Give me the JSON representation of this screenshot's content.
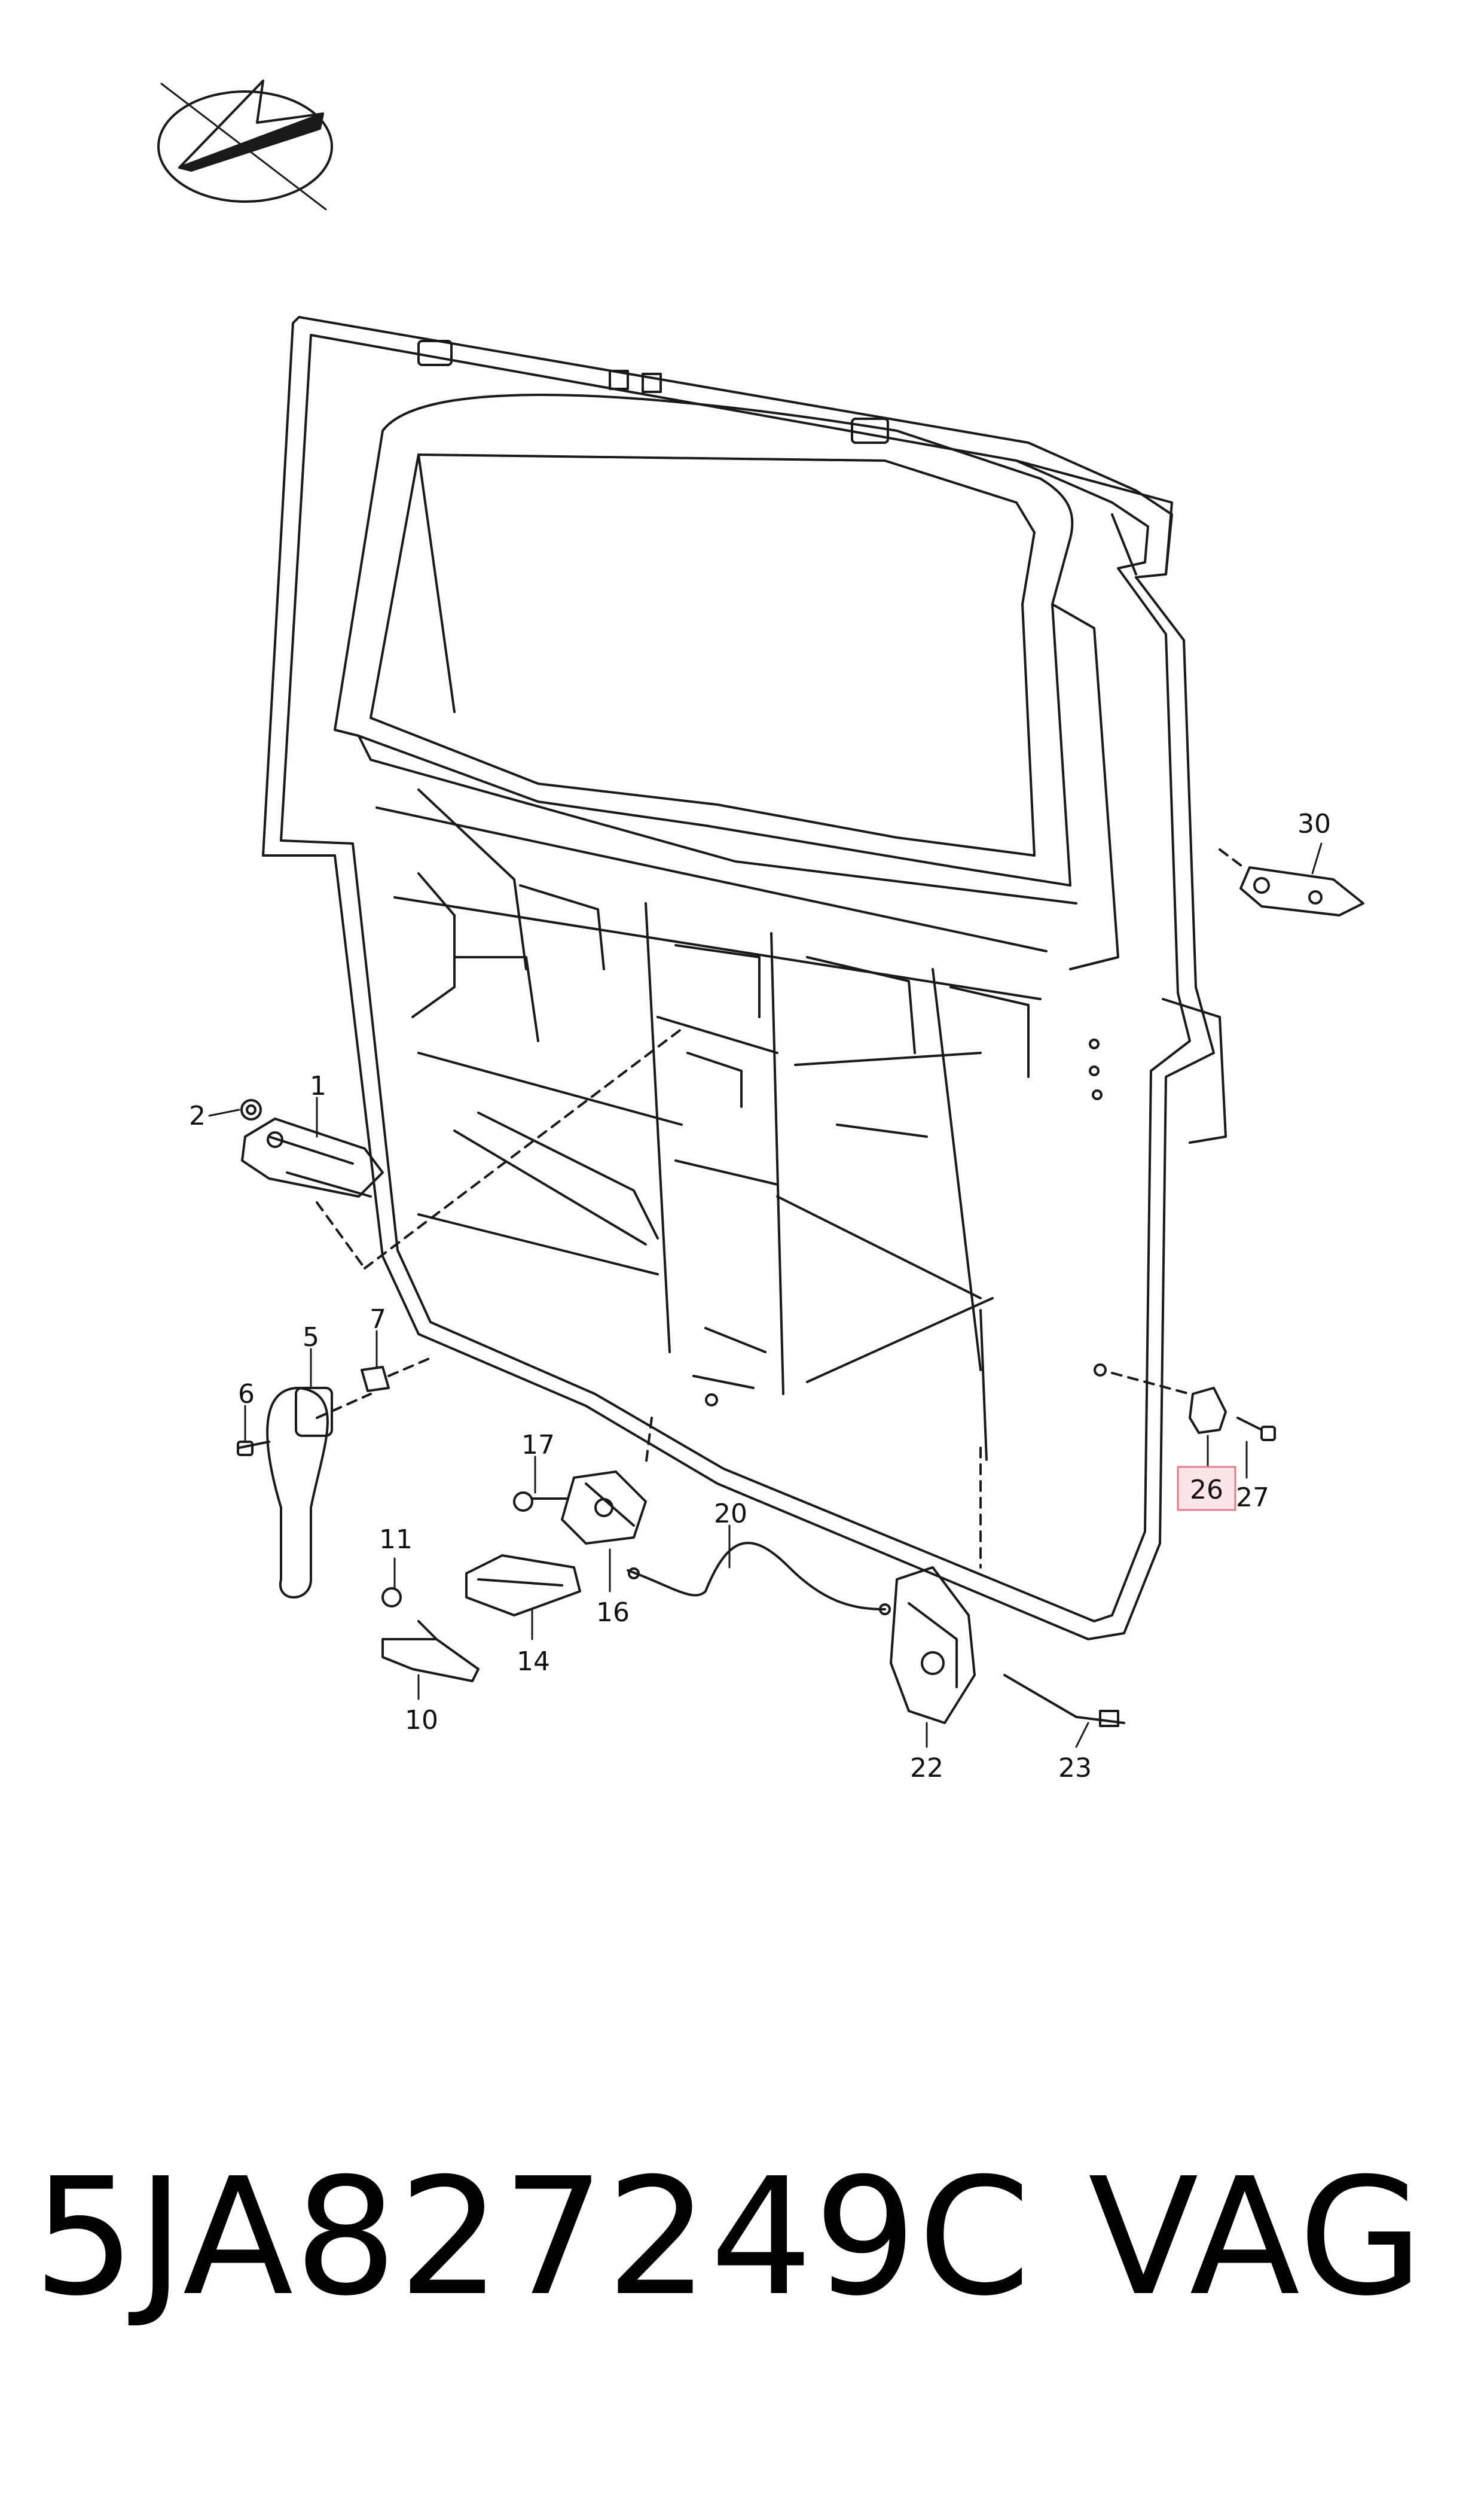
{
  "callouts": [
    {
      "id": "30",
      "text": "30"
    },
    {
      "id": "2",
      "text": "2"
    },
    {
      "id": "1",
      "text": "1"
    },
    {
      "id": "5",
      "text": "5"
    },
    {
      "id": "7",
      "text": "7"
    },
    {
      "id": "6",
      "text": "6"
    },
    {
      "id": "17",
      "text": "17"
    },
    {
      "id": "20",
      "text": "20"
    },
    {
      "id": "26",
      "text": "26",
      "highlighted": true
    },
    {
      "id": "27",
      "text": "27"
    },
    {
      "id": "11",
      "text": "11"
    },
    {
      "id": "16",
      "text": "16"
    },
    {
      "id": "14",
      "text": "14"
    },
    {
      "id": "10",
      "text": "10"
    },
    {
      "id": "22",
      "text": "22"
    },
    {
      "id": "23",
      "text": "23"
    }
  ],
  "caption": {
    "part_number": "5JA827249C",
    "brand": "VAG"
  },
  "colors": {
    "line": "#1a1a1a",
    "highlight_fill": "#fde4e6",
    "highlight_stroke": "#e27c86"
  },
  "icons": [
    "brand-logo-icon"
  ]
}
